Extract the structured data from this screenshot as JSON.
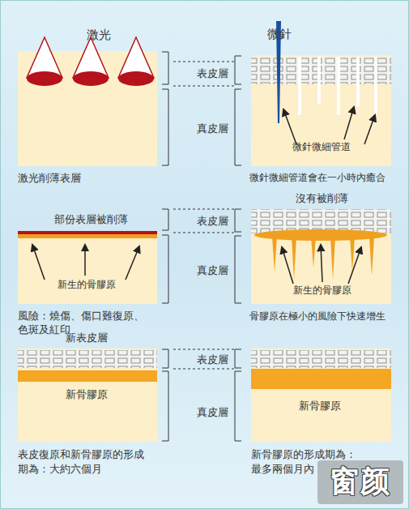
{
  "diagram": {
    "nodes": [
      {
        "text": [
          "激光",
          "激光削薄表層"
        ]
      },
      {
        "text": [
          "微針",
          "微針微細管道",
          "微針微細管道會在一小時內癒合"
        ]
      },
      {
        "text": [
          "部份表層被削薄",
          "新生的骨膠原",
          "風險：燒傷、傷口難復原、色斑及紅印"
        ]
      },
      {
        "text": [
          "沒有被削薄",
          "新生的骨膠原",
          "骨膠原在極小的風險下快速增生"
        ]
      },
      {
        "text": [
          "新表皮層",
          "新骨膠原",
          "表皮復原和新骨膠原的形成期為：大約六個月"
        ]
      },
      {
        "text": [
          "新骨膠原",
          "新骨膠原的形成期為：最多兩個月內"
        ]
      }
    ],
    "labels": [
      "表皮層",
      "真皮層",
      "表皮層",
      "真皮層",
      "表皮層",
      "真皮層",
      "窗颜"
    ]
  }
}
